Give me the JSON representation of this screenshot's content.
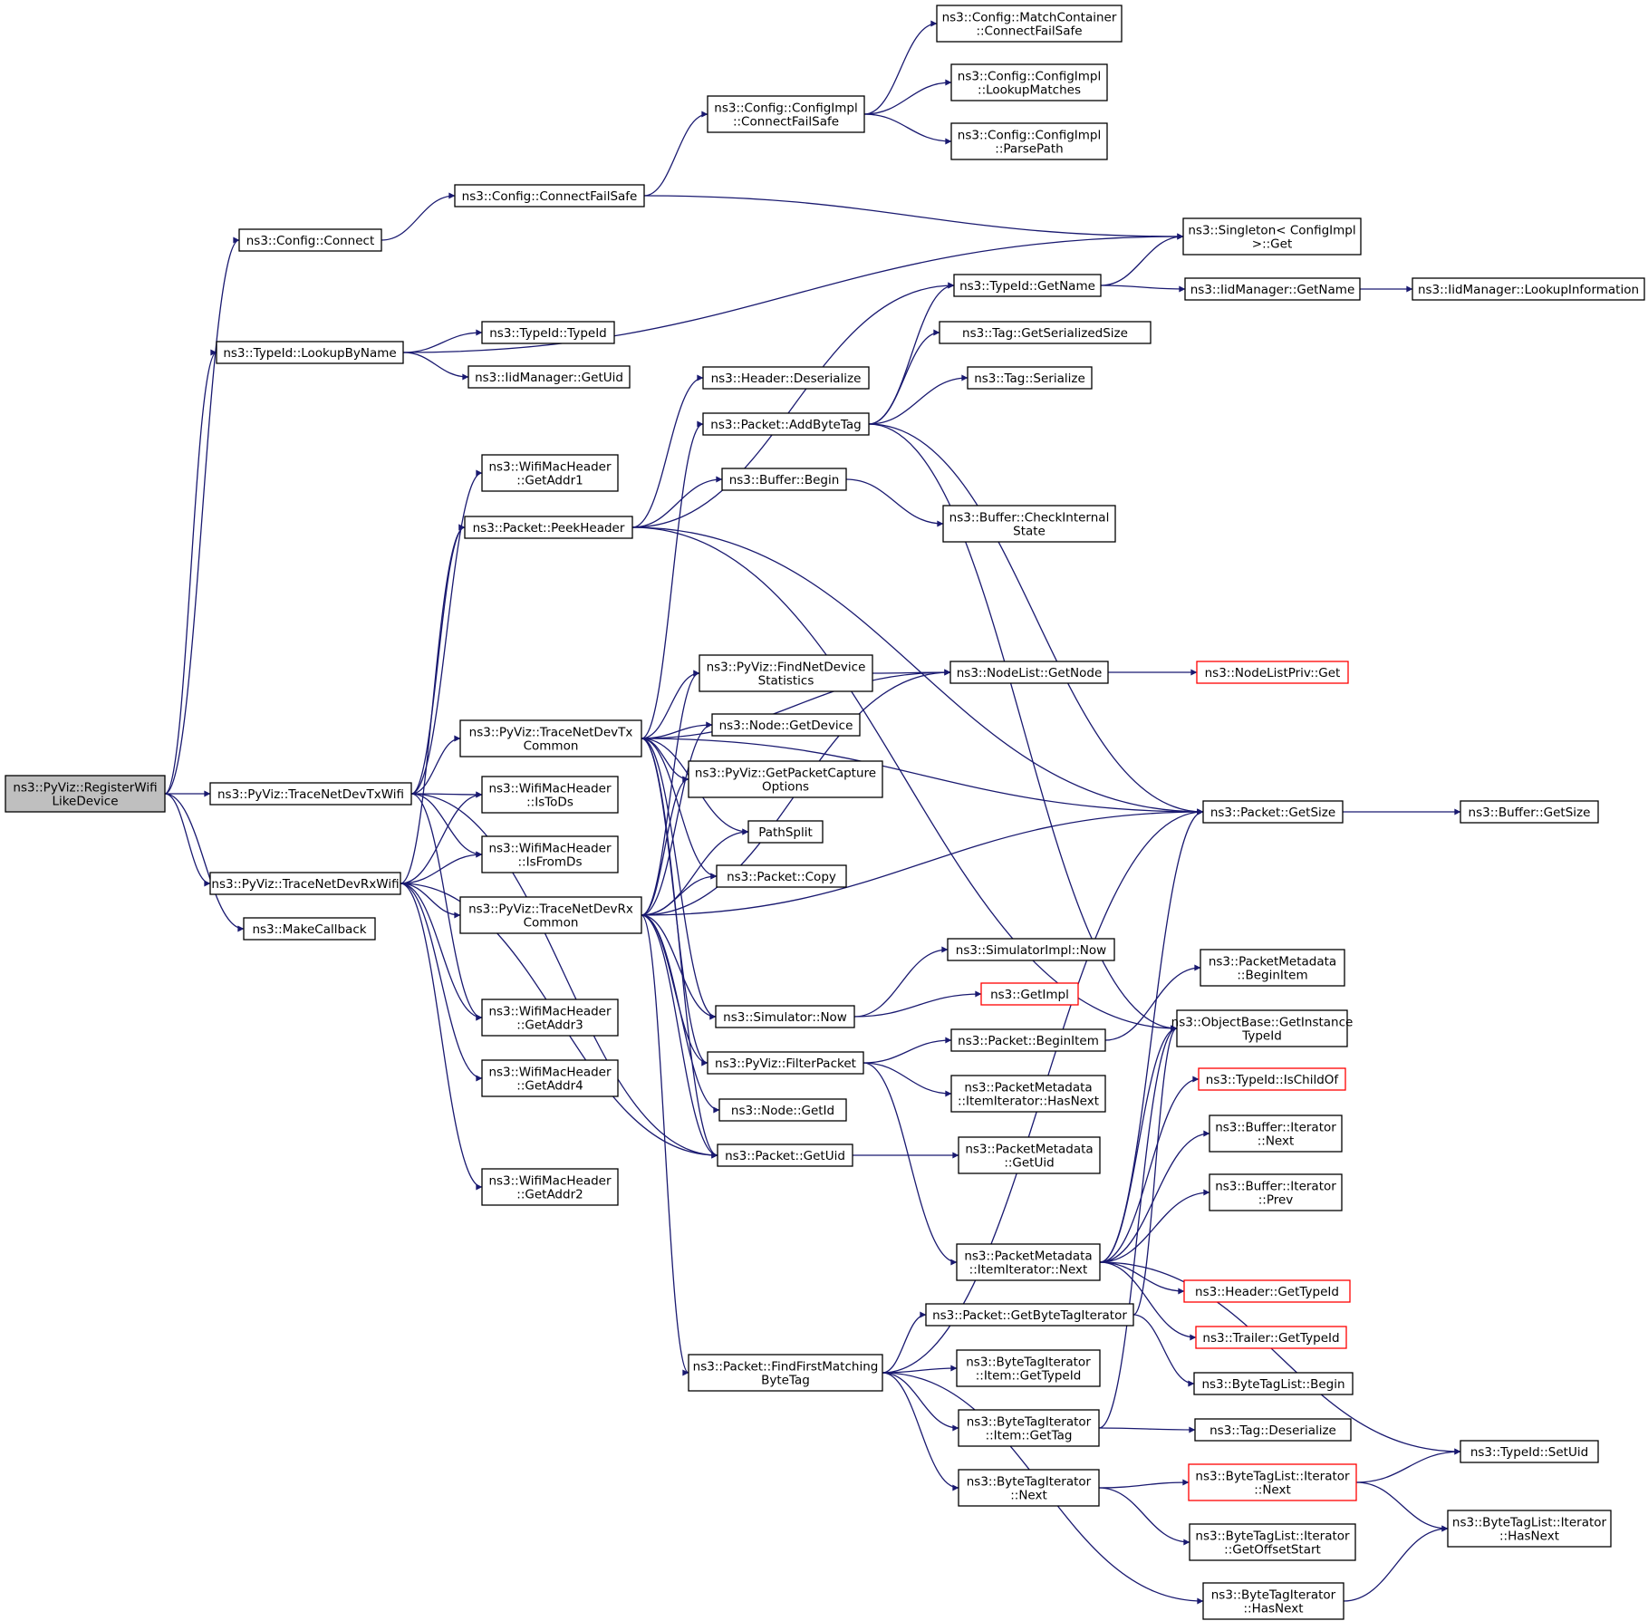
{
  "colors": {
    "edge": "#191970",
    "node_border": "#000000",
    "node_border_truncated": "#ff0000",
    "root_fill": "#bfbfbf",
    "node_fill": "#ffffff"
  },
  "diagram": {
    "kind": "call-graph",
    "root": "n0",
    "nodes": [
      {
        "id": "n0",
        "lines": [
          "ns3::PyViz::RegisterWifi",
          "LikeDevice"
        ],
        "root": true
      },
      {
        "id": "n1",
        "lines": [
          "ns3::Config::Connect"
        ]
      },
      {
        "id": "n2",
        "lines": [
          "ns3::Config::ConnectFailSafe"
        ]
      },
      {
        "id": "n3",
        "lines": [
          "ns3::Config::ConfigImpl",
          "::ConnectFailSafe"
        ]
      },
      {
        "id": "n4",
        "lines": [
          "ns3::Config::MatchContainer",
          "::ConnectFailSafe"
        ]
      },
      {
        "id": "n5",
        "lines": [
          "ns3::Config::ConfigImpl",
          "::LookupMatches"
        ]
      },
      {
        "id": "n6",
        "lines": [
          "ns3::Config::ConfigImpl",
          "::ParsePath"
        ]
      },
      {
        "id": "n7",
        "lines": [
          "ns3::Singleton< ConfigImpl",
          " >::Get"
        ]
      },
      {
        "id": "n8",
        "lines": [
          "ns3::TypeId::LookupByName"
        ]
      },
      {
        "id": "n9",
        "lines": [
          "ns3::TypeId::TypeId"
        ]
      },
      {
        "id": "n10",
        "lines": [
          "ns3::IidManager::GetUid"
        ]
      },
      {
        "id": "n11",
        "lines": [
          "ns3::TypeId::GetName"
        ]
      },
      {
        "id": "n12",
        "lines": [
          "ns3::IidManager::GetName"
        ]
      },
      {
        "id": "n13",
        "lines": [
          "ns3::IidManager::LookupInformation"
        ]
      },
      {
        "id": "n14",
        "lines": [
          "ns3::Tag::GetSerializedSize"
        ]
      },
      {
        "id": "n15",
        "lines": [
          "ns3::Header::Deserialize"
        ]
      },
      {
        "id": "n16",
        "lines": [
          "ns3::Tag::Serialize"
        ]
      },
      {
        "id": "n17",
        "lines": [
          "ns3::Packet::AddByteTag"
        ]
      },
      {
        "id": "n18",
        "lines": [
          "ns3::WifiMacHeader",
          "::GetAddr1"
        ]
      },
      {
        "id": "n19",
        "lines": [
          "ns3::Buffer::Begin"
        ]
      },
      {
        "id": "n20",
        "lines": [
          "ns3::Packet::PeekHeader"
        ]
      },
      {
        "id": "n21",
        "lines": [
          "ns3::Buffer::CheckInternal",
          "State"
        ]
      },
      {
        "id": "n22",
        "lines": [
          "ns3::PyViz::FindNetDevice",
          "Statistics"
        ]
      },
      {
        "id": "n23",
        "lines": [
          "ns3::NodeList::GetNode"
        ]
      },
      {
        "id": "n24",
        "lines": [
          "ns3::NodeListPriv::Get"
        ],
        "truncated": true
      },
      {
        "id": "n25",
        "lines": [
          "ns3::PyViz::TraceNetDevTx",
          "Common"
        ]
      },
      {
        "id": "n26",
        "lines": [
          "ns3::Node::GetDevice"
        ]
      },
      {
        "id": "n27",
        "lines": [
          "ns3::PyViz::GetPacketCapture",
          "Options"
        ]
      },
      {
        "id": "n28",
        "lines": [
          "ns3::PyViz::TraceNetDevTxWifi"
        ]
      },
      {
        "id": "n29",
        "lines": [
          "ns3::WifiMacHeader",
          "::IsToDs"
        ]
      },
      {
        "id": "n30",
        "lines": [
          "ns3::Packet::GetSize"
        ]
      },
      {
        "id": "n31",
        "lines": [
          "ns3::Buffer::GetSize"
        ]
      },
      {
        "id": "n32",
        "lines": [
          "PathSplit"
        ]
      },
      {
        "id": "n33",
        "lines": [
          "ns3::WifiMacHeader",
          "::IsFromDs"
        ]
      },
      {
        "id": "n34",
        "lines": [
          "ns3::PyViz::TraceNetDevRxWifi"
        ]
      },
      {
        "id": "n35",
        "lines": [
          "ns3::Packet::Copy"
        ]
      },
      {
        "id": "n36",
        "lines": [
          "ns3::PyViz::TraceNetDevRx",
          "Common"
        ]
      },
      {
        "id": "n37",
        "lines": [
          "ns3::MakeCallback"
        ]
      },
      {
        "id": "n38",
        "lines": [
          "ns3::SimulatorImpl::Now"
        ]
      },
      {
        "id": "n39",
        "lines": [
          "ns3::PacketMetadata",
          "::BeginItem"
        ]
      },
      {
        "id": "n40",
        "lines": [
          "ns3::GetImpl"
        ],
        "truncated": true
      },
      {
        "id": "n41",
        "lines": [
          "ns3::Simulator::Now"
        ]
      },
      {
        "id": "n42",
        "lines": [
          "ns3::WifiMacHeader",
          "::GetAddr3"
        ]
      },
      {
        "id": "n43",
        "lines": [
          "ns3::ObjectBase::GetInstance",
          "TypeId"
        ]
      },
      {
        "id": "n44",
        "lines": [
          "ns3::Packet::BeginItem"
        ]
      },
      {
        "id": "n45",
        "lines": [
          "ns3::PyViz::FilterPacket"
        ]
      },
      {
        "id": "n46",
        "lines": [
          "ns3::WifiMacHeader",
          "::GetAddr4"
        ]
      },
      {
        "id": "n47",
        "lines": [
          "ns3::PacketMetadata",
          "::ItemIterator::HasNext"
        ]
      },
      {
        "id": "n48",
        "lines": [
          "ns3::TypeId::IsChildOf"
        ],
        "truncated": true
      },
      {
        "id": "n49",
        "lines": [
          "ns3::Node::GetId"
        ]
      },
      {
        "id": "n50",
        "lines": [
          "ns3::Buffer::Iterator",
          "::Next"
        ]
      },
      {
        "id": "n51",
        "lines": [
          "ns3::PacketMetadata",
          "::GetUid"
        ]
      },
      {
        "id": "n52",
        "lines": [
          "ns3::Packet::GetUid"
        ]
      },
      {
        "id": "n53",
        "lines": [
          "ns3::WifiMacHeader",
          "::GetAddr2"
        ]
      },
      {
        "id": "n54",
        "lines": [
          "ns3::Buffer::Iterator",
          "::Prev"
        ]
      },
      {
        "id": "n55",
        "lines": [
          "ns3::PacketMetadata",
          "::ItemIterator::Next"
        ]
      },
      {
        "id": "n56",
        "lines": [
          "ns3::Header::GetTypeId"
        ],
        "truncated": true
      },
      {
        "id": "n57",
        "lines": [
          "ns3::Packet::GetByteTagIterator"
        ]
      },
      {
        "id": "n58",
        "lines": [
          "ns3::Trailer::GetTypeId"
        ],
        "truncated": true
      },
      {
        "id": "n59",
        "lines": [
          "ns3::Packet::FindFirstMatching",
          "ByteTag"
        ]
      },
      {
        "id": "n60",
        "lines": [
          "ns3::ByteTagIterator",
          "::Item::GetTypeId"
        ]
      },
      {
        "id": "n61",
        "lines": [
          "ns3::ByteTagList::Begin"
        ]
      },
      {
        "id": "n62",
        "lines": [
          "ns3::ByteTagIterator",
          "::Item::GetTag"
        ]
      },
      {
        "id": "n63",
        "lines": [
          "ns3::Tag::Deserialize"
        ]
      },
      {
        "id": "n64",
        "lines": [
          "ns3::TypeId::SetUid"
        ]
      },
      {
        "id": "n65",
        "lines": [
          "ns3::ByteTagIterator",
          "::Next"
        ]
      },
      {
        "id": "n66",
        "lines": [
          "ns3::ByteTagList::Iterator",
          "::Next"
        ],
        "truncated": true
      },
      {
        "id": "n67",
        "lines": [
          "ns3::ByteTagList::Iterator",
          "::HasNext"
        ]
      },
      {
        "id": "n68",
        "lines": [
          "ns3::ByteTagList::Iterator",
          "::GetOffsetStart"
        ]
      },
      {
        "id": "n69",
        "lines": [
          "ns3::ByteTagIterator",
          "::HasNext"
        ]
      }
    ],
    "edges": [
      [
        "n0",
        "n1"
      ],
      [
        "n0",
        "n8"
      ],
      [
        "n0",
        "n28"
      ],
      [
        "n0",
        "n34"
      ],
      [
        "n0",
        "n37"
      ],
      [
        "n1",
        "n2"
      ],
      [
        "n2",
        "n3"
      ],
      [
        "n2",
        "n7"
      ],
      [
        "n3",
        "n4"
      ],
      [
        "n3",
        "n5"
      ],
      [
        "n3",
        "n6"
      ],
      [
        "n8",
        "n7"
      ],
      [
        "n8",
        "n9"
      ],
      [
        "n8",
        "n10"
      ],
      [
        "n11",
        "n7"
      ],
      [
        "n11",
        "n12"
      ],
      [
        "n12",
        "n13"
      ],
      [
        "n17",
        "n11"
      ],
      [
        "n17",
        "n14"
      ],
      [
        "n17",
        "n16"
      ],
      [
        "n17",
        "n43"
      ],
      [
        "n17",
        "n30"
      ],
      [
        "n19",
        "n21"
      ],
      [
        "n20",
        "n11"
      ],
      [
        "n20",
        "n15"
      ],
      [
        "n20",
        "n19"
      ],
      [
        "n20",
        "n43"
      ],
      [
        "n20",
        "n30"
      ],
      [
        "n22",
        "n23"
      ],
      [
        "n23",
        "n24"
      ],
      [
        "n25",
        "n17"
      ],
      [
        "n25",
        "n22"
      ],
      [
        "n25",
        "n23"
      ],
      [
        "n25",
        "n26"
      ],
      [
        "n25",
        "n27"
      ],
      [
        "n25",
        "n32"
      ],
      [
        "n25",
        "n35"
      ],
      [
        "n25",
        "n41"
      ],
      [
        "n25",
        "n45"
      ],
      [
        "n25",
        "n52"
      ],
      [
        "n25",
        "n30"
      ],
      [
        "n28",
        "n18"
      ],
      [
        "n28",
        "n20"
      ],
      [
        "n28",
        "n29"
      ],
      [
        "n28",
        "n33"
      ],
      [
        "n28",
        "n25"
      ],
      [
        "n28",
        "n42"
      ],
      [
        "n28",
        "n52"
      ],
      [
        "n30",
        "n31"
      ],
      [
        "n34",
        "n20"
      ],
      [
        "n34",
        "n29"
      ],
      [
        "n34",
        "n33"
      ],
      [
        "n34",
        "n36"
      ],
      [
        "n34",
        "n42"
      ],
      [
        "n34",
        "n46"
      ],
      [
        "n34",
        "n53"
      ],
      [
        "n34",
        "n52"
      ],
      [
        "n36",
        "n22"
      ],
      [
        "n36",
        "n23"
      ],
      [
        "n36",
        "n26"
      ],
      [
        "n36",
        "n27"
      ],
      [
        "n36",
        "n32"
      ],
      [
        "n36",
        "n35"
      ],
      [
        "n36",
        "n41"
      ],
      [
        "n36",
        "n45"
      ],
      [
        "n36",
        "n49"
      ],
      [
        "n36",
        "n52"
      ],
      [
        "n36",
        "n59"
      ],
      [
        "n36",
        "n30"
      ],
      [
        "n41",
        "n38"
      ],
      [
        "n41",
        "n40"
      ],
      [
        "n44",
        "n39"
      ],
      [
        "n45",
        "n44"
      ],
      [
        "n45",
        "n47"
      ],
      [
        "n45",
        "n55"
      ],
      [
        "n52",
        "n51"
      ],
      [
        "n55",
        "n43"
      ],
      [
        "n55",
        "n48"
      ],
      [
        "n55",
        "n50"
      ],
      [
        "n55",
        "n54"
      ],
      [
        "n55",
        "n56"
      ],
      [
        "n55",
        "n58"
      ],
      [
        "n55",
        "n64"
      ],
      [
        "n55",
        "n30"
      ],
      [
        "n57",
        "n43"
      ],
      [
        "n57",
        "n61"
      ],
      [
        "n59",
        "n57"
      ],
      [
        "n59",
        "n60"
      ],
      [
        "n59",
        "n62"
      ],
      [
        "n59",
        "n65"
      ],
      [
        "n59",
        "n69"
      ],
      [
        "n59",
        "n30"
      ],
      [
        "n62",
        "n63"
      ],
      [
        "n62",
        "n43"
      ],
      [
        "n65",
        "n66"
      ],
      [
        "n65",
        "n68"
      ],
      [
        "n66",
        "n64"
      ],
      [
        "n66",
        "n67"
      ],
      [
        "n69",
        "n67"
      ]
    ]
  }
}
